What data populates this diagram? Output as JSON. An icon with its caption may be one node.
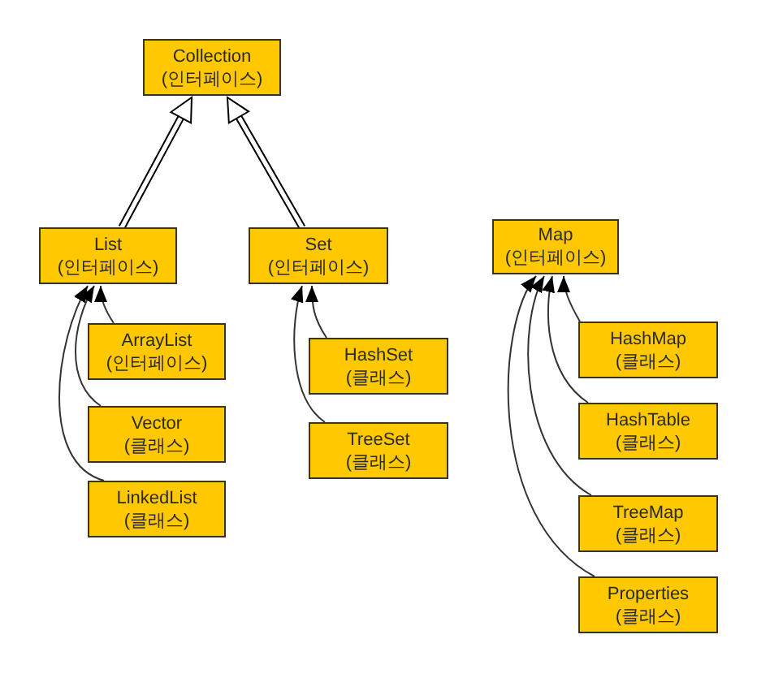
{
  "diagram": {
    "nodes": [
      {
        "text": [
          "Collection",
          "(인터페이스)"
        ]
      },
      {
        "text": [
          "List",
          "(인터페이스)"
        ]
      },
      {
        "text": [
          "Set",
          "(인터페이스)"
        ]
      },
      {
        "text": [
          "ArrayList",
          "(인터페이스)"
        ]
      },
      {
        "text": [
          "Vector",
          "(클래스)"
        ]
      },
      {
        "text": [
          "LinkedList",
          "(클래스)"
        ]
      },
      {
        "text": [
          "HashSet",
          "(클래스)"
        ]
      },
      {
        "text": [
          "TreeSet",
          "(클래스)"
        ]
      },
      {
        "text": [
          "Map",
          "(인터페이스)"
        ]
      },
      {
        "text": [
          "HashMap",
          "(클래스)"
        ]
      },
      {
        "text": [
          "HashTable",
          "(클래스)"
        ]
      },
      {
        "text": [
          "TreeMap",
          "(클래스)"
        ]
      },
      {
        "text": [
          "Properties",
          "(클래스)"
        ]
      }
    ],
    "edges": [
      {
        "from": 1,
        "to": 0,
        "arrow": "to"
      },
      {
        "from": 2,
        "to": 0,
        "arrow": "to"
      },
      {
        "from": 3,
        "to": 1,
        "arrow": "to"
      },
      {
        "from": 4,
        "to": 1,
        "arrow": "to"
      },
      {
        "from": 5,
        "to": 1,
        "arrow": "to"
      },
      {
        "from": 6,
        "to": 2,
        "arrow": "to"
      },
      {
        "from": 7,
        "to": 2,
        "arrow": "to"
      },
      {
        "from": 9,
        "to": 8,
        "arrow": "to"
      },
      {
        "from": 10,
        "to": 8,
        "arrow": "to"
      },
      {
        "from": 11,
        "to": 8,
        "arrow": "to"
      },
      {
        "from": 12,
        "to": 8,
        "arrow": "to"
      }
    ]
  }
}
